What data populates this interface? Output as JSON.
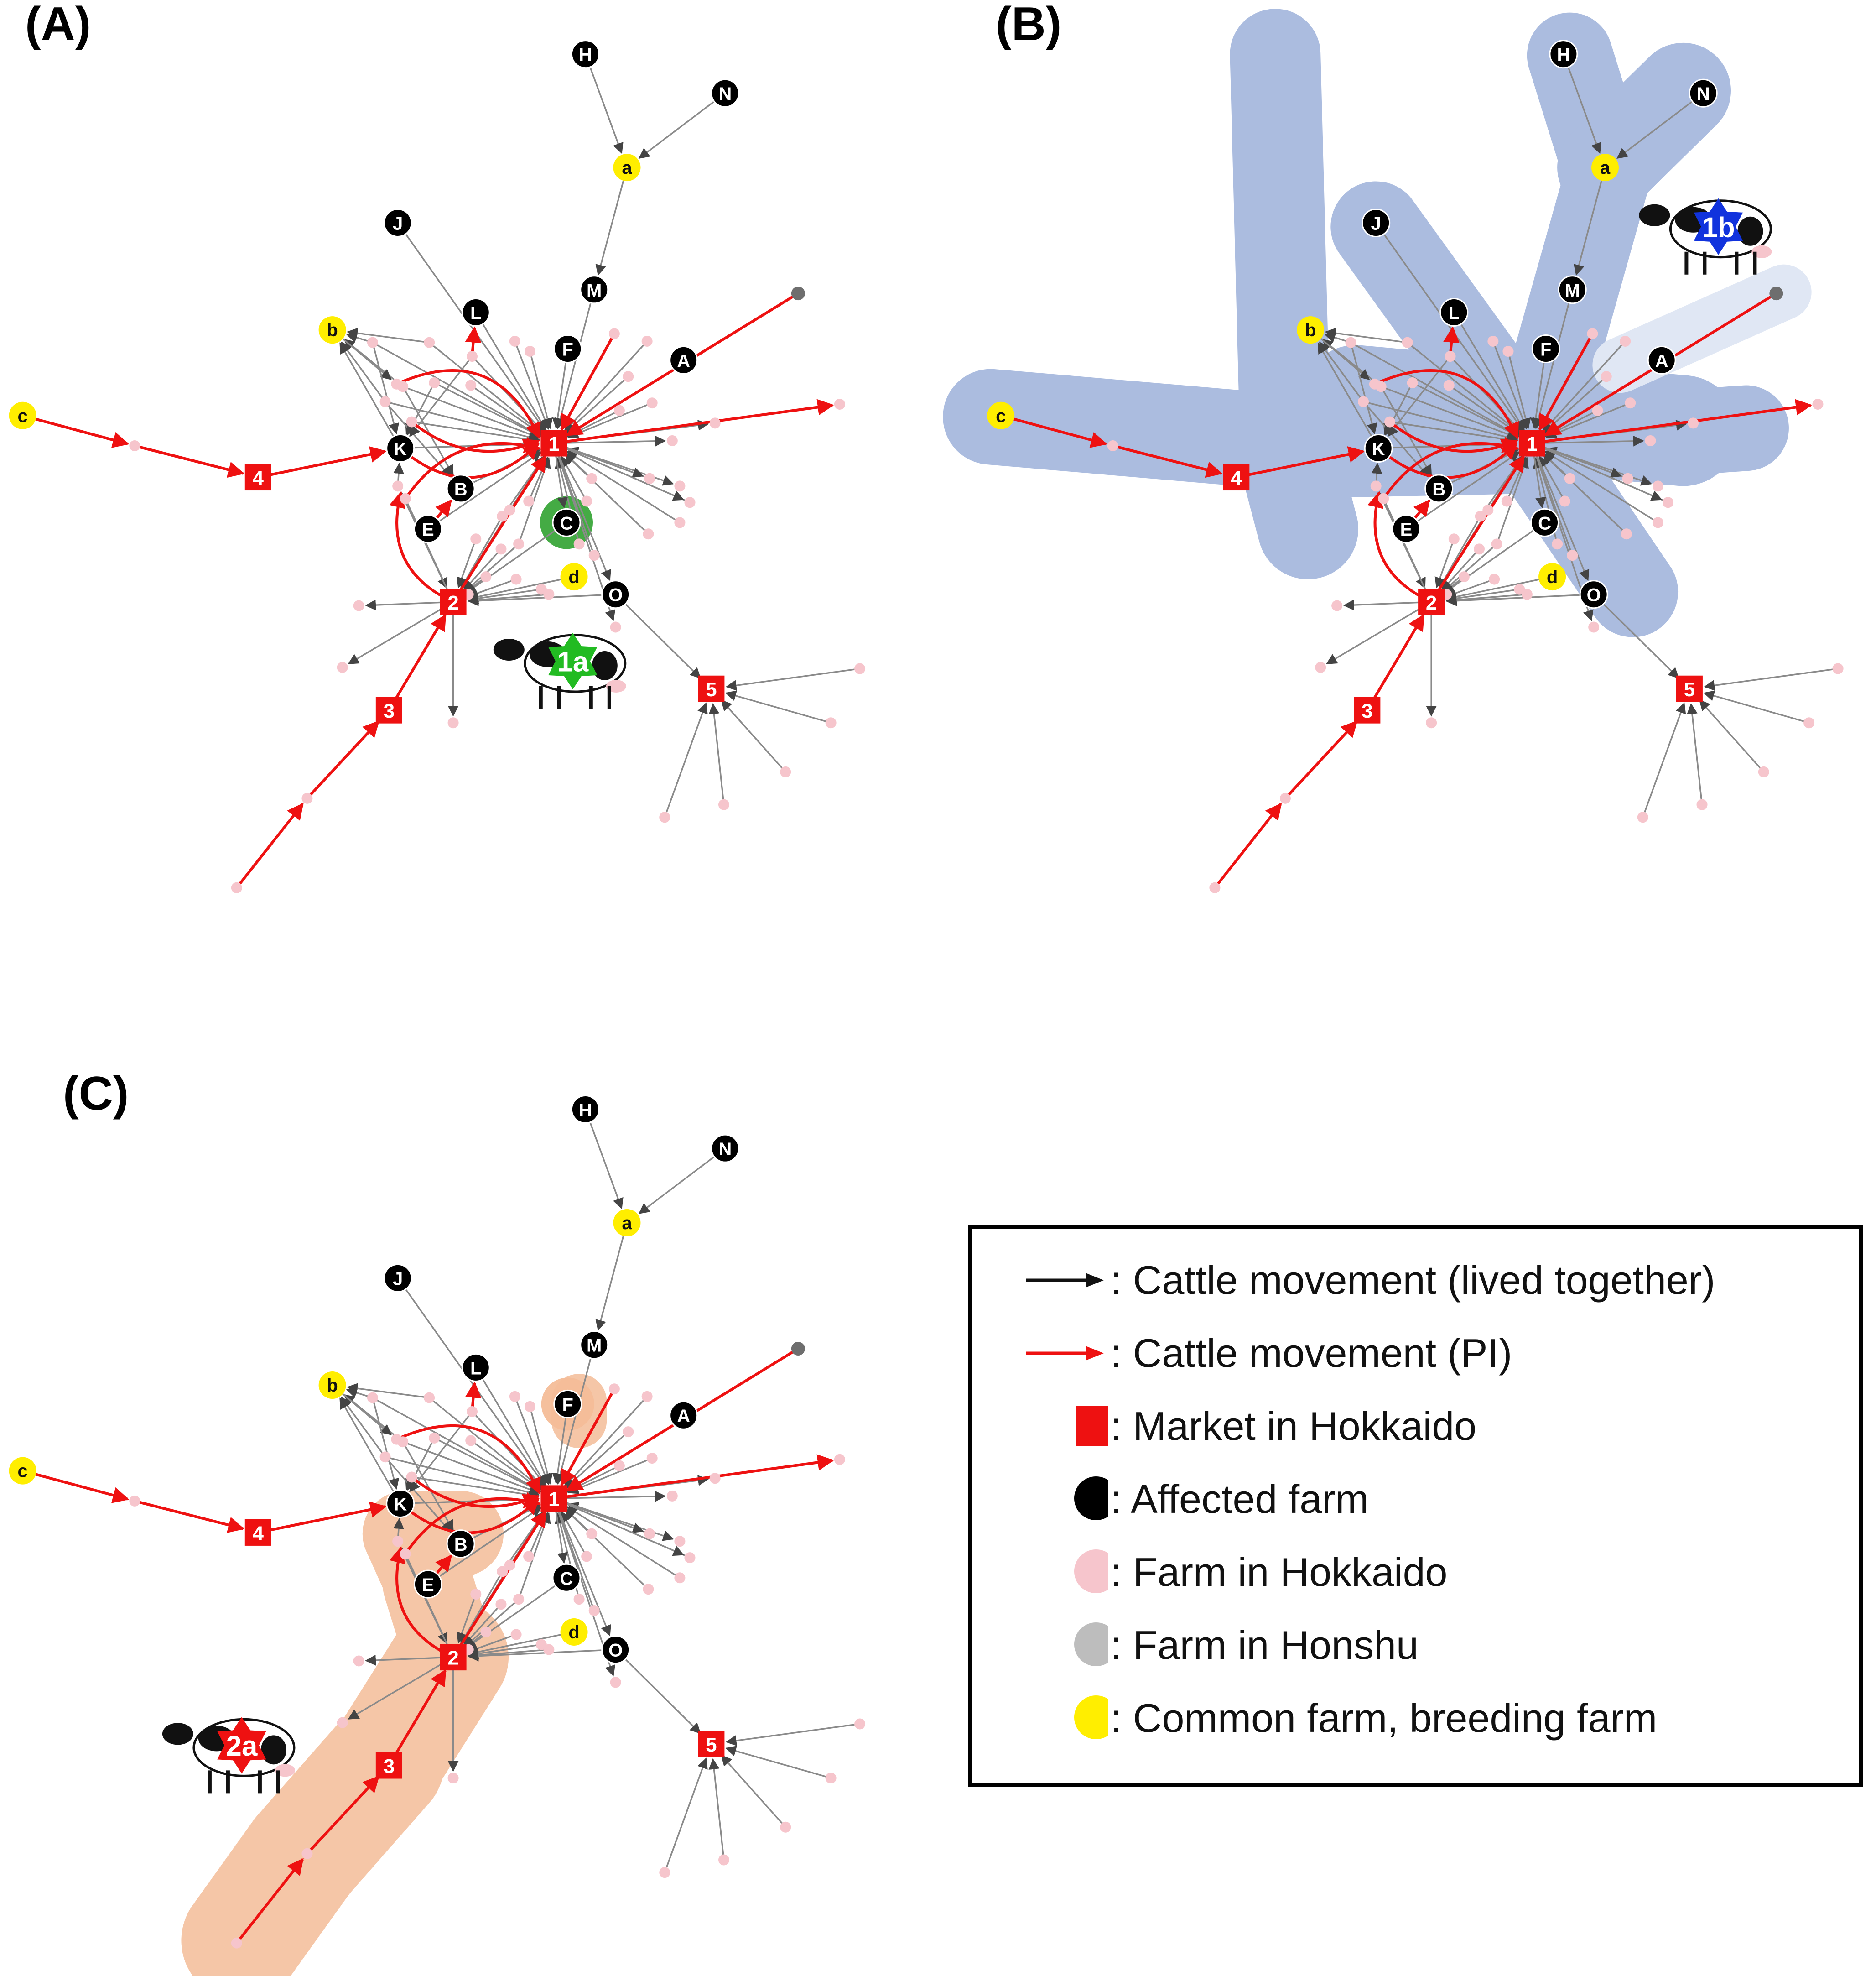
{
  "colors": {
    "market": "#ee1111",
    "affected": "#000000",
    "hokkaido": "#f6c5cc",
    "honshu": "#6e6e6e",
    "honshu_legend": "#bdbdbd",
    "common": "#ffee00",
    "edge_normal": "#8a8a8a",
    "edge_pi": "#ee1111",
    "cluster_b": "#9db1da",
    "cluster_c": "#f4bd98",
    "highlight_a": "#3aa63a",
    "cow_a": "#22bb22",
    "cow_b": "#1133dd",
    "cow_c": "#ee1111"
  },
  "panels": [
    {
      "label": "(A)",
      "cow_label": "1a",
      "highlight": [
        "C"
      ]
    },
    {
      "label": "(B)",
      "cow_label": "1b",
      "highlight": []
    },
    {
      "label": "(C)",
      "cow_label": "2a",
      "highlight": [
        "F"
      ]
    }
  ],
  "nodes": {
    "market": [
      "1",
      "2",
      "3",
      "4",
      "5"
    ],
    "affected": [
      "A",
      "B",
      "C",
      "E",
      "F",
      "H",
      "J",
      "K",
      "L",
      "M",
      "N",
      "O"
    ],
    "common": [
      "a",
      "b",
      "c",
      "d"
    ]
  },
  "legend": {
    "items": [
      {
        "symbol": "arrow-black",
        "text": ": Cattle movement (lived together)"
      },
      {
        "symbol": "arrow-red",
        "text": ": Cattle movement (PI)"
      },
      {
        "symbol": "red-square",
        "text": ": Market in Hokkaido"
      },
      {
        "symbol": "black-circle",
        "text": ": Affected farm"
      },
      {
        "symbol": "pink-circle",
        "text": ": Farm in Hokkaido"
      },
      {
        "symbol": "gray-circle",
        "text": ": Farm in Honshu"
      },
      {
        "symbol": "yellow-circle",
        "text": ": Common farm, breeding farm"
      }
    ]
  }
}
